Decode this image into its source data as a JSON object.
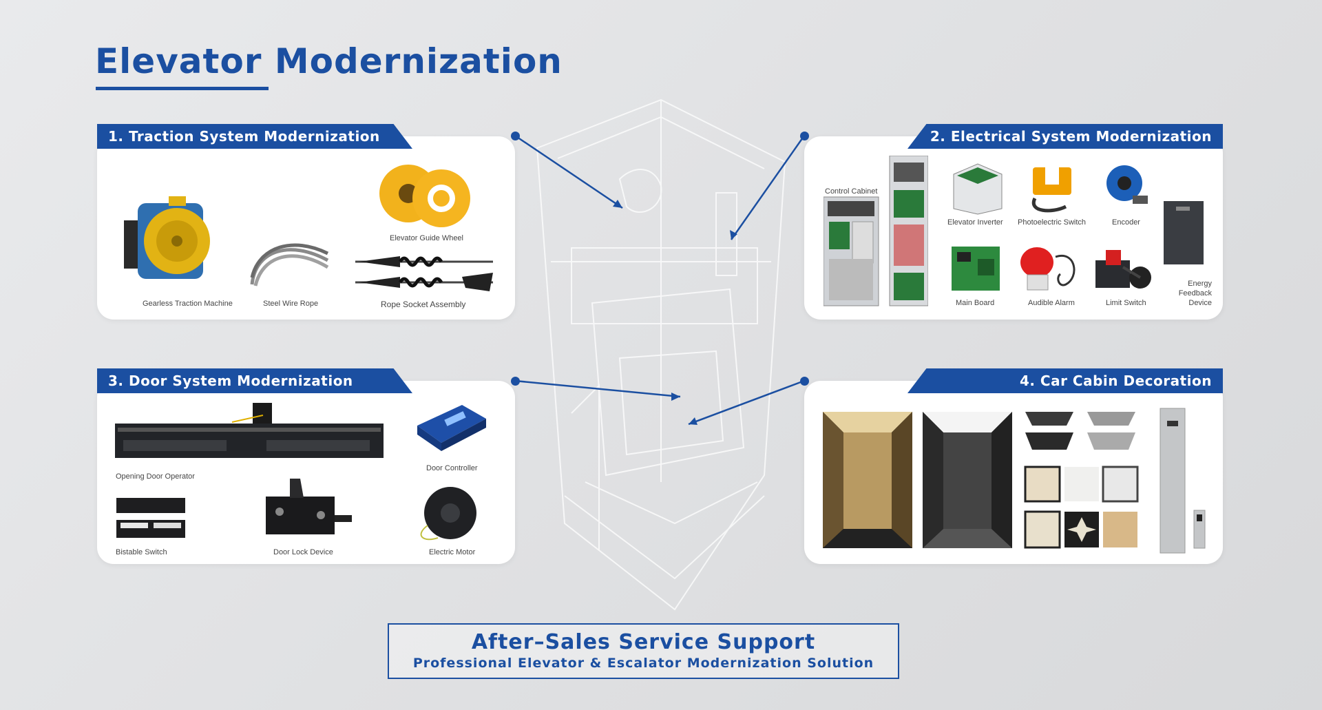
{
  "page": {
    "title": "Elevator Modernization",
    "accent_color": "#1b4fa1"
  },
  "sections": [
    {
      "heading": "1. Traction System Modernization",
      "items": [
        "Gearless Traction Machine",
        "Steel Wire Rope",
        "Elevator Guide Wheel",
        "Rope Socket Assembly"
      ]
    },
    {
      "heading": "2. Electrical System Modernization",
      "items": [
        "Control Cabinet",
        "Elevator Inverter",
        "Photoelectric Switch",
        "Encoder",
        "Main Board",
        "Audible Alarm",
        "Limit Switch",
        "Energy Feedback Device"
      ]
    },
    {
      "heading": "3. Door System Modernization",
      "items": [
        "Opening Door Operator",
        "Door Controller",
        "Bistable Switch",
        "Door Lock Device",
        "Electric Motor"
      ]
    },
    {
      "heading": "4. Car Cabin Decoration",
      "items": []
    }
  ],
  "footer": {
    "line1": "After–Sales Service Support",
    "line2": "Professional Elevator & Escalator Modernization Solution"
  }
}
